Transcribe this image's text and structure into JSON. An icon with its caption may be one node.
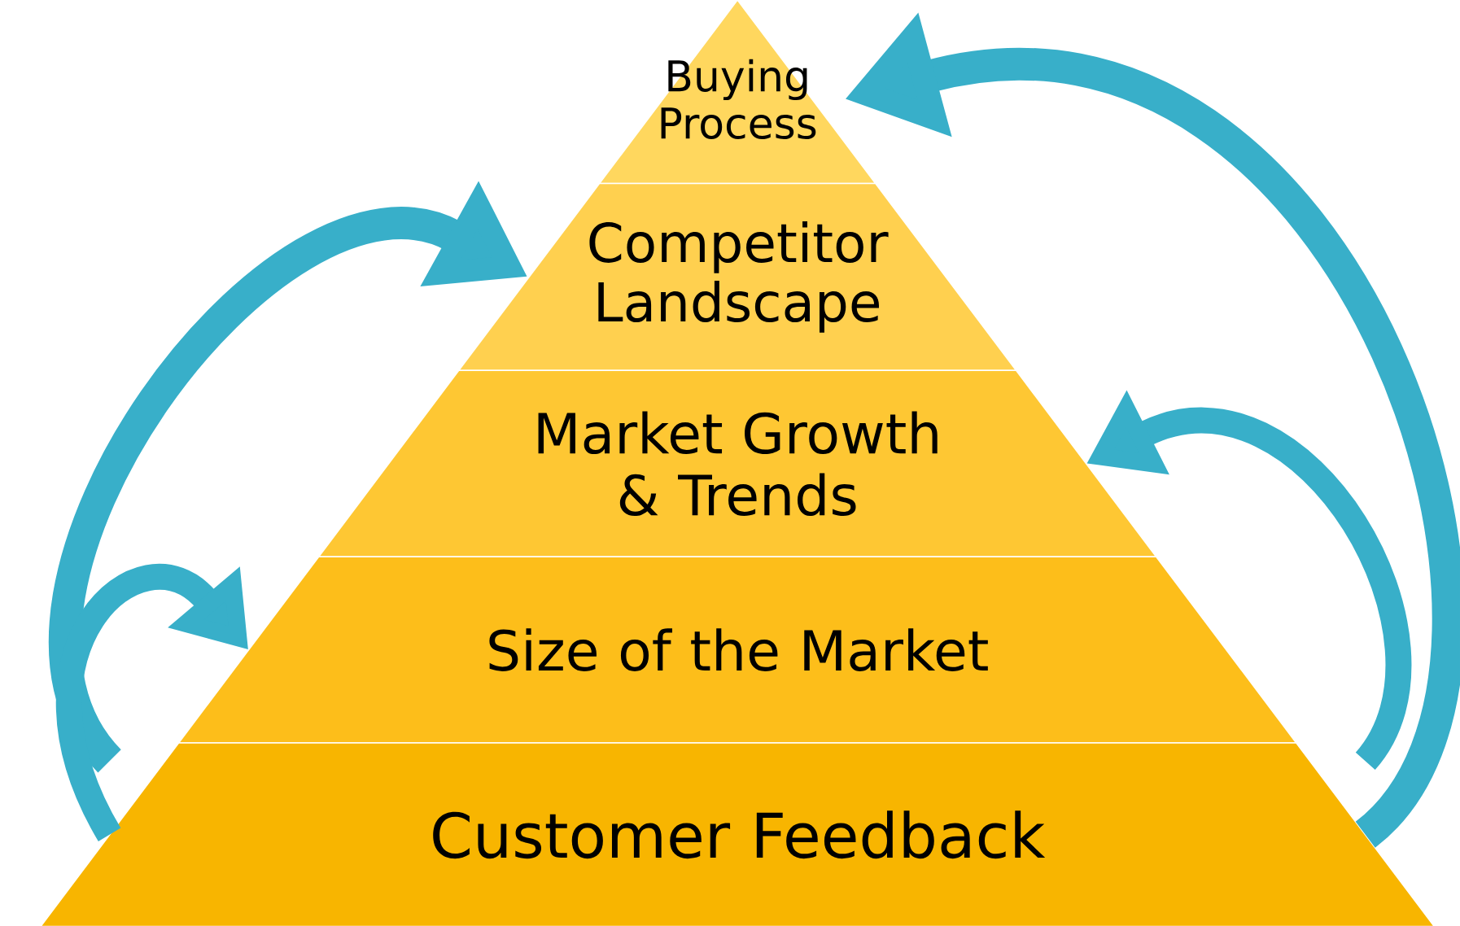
{
  "diagram": {
    "nodes": [
      {
        "text": [
          "Buying Process"
        ]
      },
      {
        "text": [
          "Competitor Landscape"
        ]
      },
      {
        "text": [
          "Market Growth & Trends"
        ]
      },
      {
        "text": [
          "Size of the Market"
        ]
      },
      {
        "text": [
          "Customer Feedback"
        ]
      }
    ],
    "edges": [
      {
        "from": 4,
        "to": 0,
        "arrow": "to"
      },
      {
        "from": 4,
        "to": 2,
        "arrow": "to"
      },
      {
        "from": 4,
        "to": 1,
        "arrow": "to"
      },
      {
        "from": 4,
        "to": 3,
        "arrow": "to"
      }
    ]
  }
}
